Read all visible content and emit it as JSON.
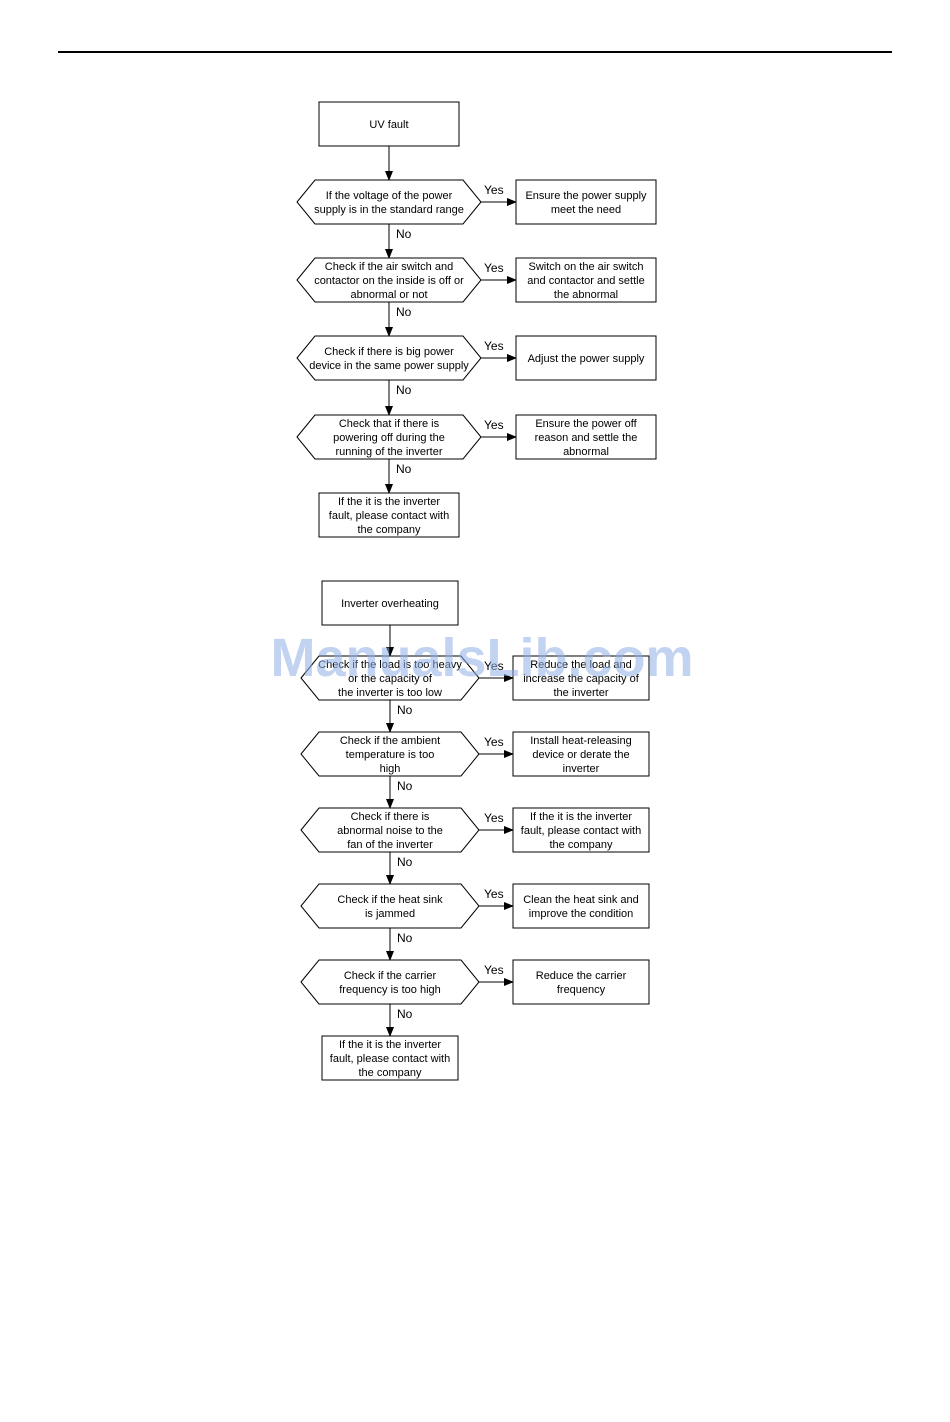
{
  "watermark": "ManualsLib.com",
  "flow_uv": {
    "start": "UV fault",
    "steps": [
      {
        "question": [
          "If the voltage of the power",
          "supply is in the standard range"
        ],
        "yes_label": "Yes",
        "action": [
          "Ensure the power supply",
          "meet the need"
        ],
        "no_label": "No"
      },
      {
        "question": [
          "Check if the air switch and",
          "contactor on the inside is off or",
          "abnormal  or not"
        ],
        "yes_label": "Yes",
        "action": [
          "Switch on the air switch",
          "and contactor and settle",
          "the abnormal"
        ],
        "no_label": "No"
      },
      {
        "question": [
          "Check if there is big power",
          "device in the same power supply"
        ],
        "yes_label": "Yes",
        "action": [
          "Adjust the power supply"
        ],
        "no_label": "No"
      },
      {
        "question": [
          "Check that if there is",
          "powering off during the",
          "running of the inverter"
        ],
        "yes_label": "Yes",
        "action": [
          "Ensure the power off",
          "reason and settle the",
          "abnormal"
        ],
        "no_label": "No"
      }
    ],
    "end": [
      "If the it is the inverter",
      "fault, please contact with",
      "the  company"
    ]
  },
  "flow_oh": {
    "start": "Inverter overheating",
    "steps": [
      {
        "question": [
          "Check if the load is too heavy",
          "or the capacity of",
          "the inverter is too low"
        ],
        "yes_label": "Yes",
        "action": [
          "Reduce the load and",
          "increase the capacity of",
          "the inverter"
        ],
        "no_label": "No"
      },
      {
        "question": [
          "Check if the ambient",
          "temperature is too",
          "high"
        ],
        "yes_label": "Yes",
        "action": [
          "Install heat-releasing",
          "device or derate the",
          "inverter"
        ],
        "no_label": "No"
      },
      {
        "question": [
          "Check if there is",
          "abnormal noise to the",
          "fan of the inverter"
        ],
        "yes_label": "Yes",
        "action": [
          "If the it is the inverter",
          "fault, please contact with",
          "the company"
        ],
        "no_label": "No"
      },
      {
        "question": [
          "Check if the heat sink",
          "is jammed"
        ],
        "yes_label": "Yes",
        "action": [
          "Clean the heat sink and",
          "improve the condition"
        ],
        "no_label": "No"
      },
      {
        "question": [
          "Check if the carrier",
          "frequency is too high"
        ],
        "yes_label": "Yes",
        "action": [
          "Reduce the carrier",
          "frequency"
        ],
        "no_label": "No"
      }
    ],
    "end": [
      "If the it is the inverter",
      "fault, please contact with",
      "the company"
    ]
  }
}
